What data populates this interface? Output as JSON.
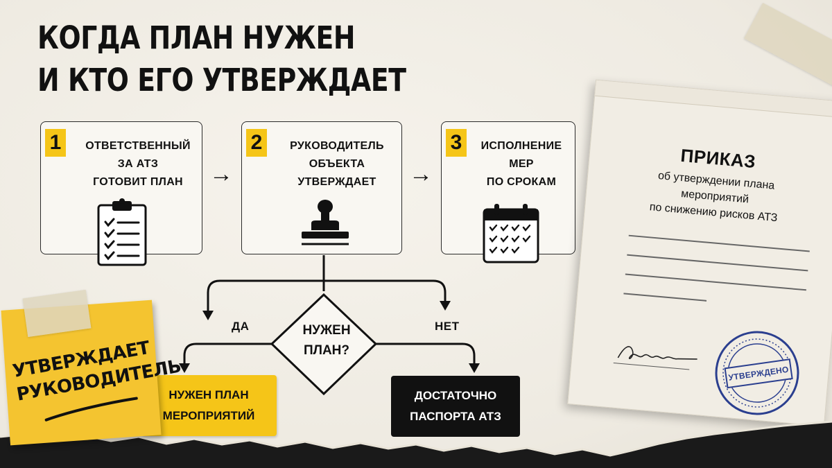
{
  "title": {
    "line1": "КОГДА ПЛАН НУЖЕН",
    "line2": "И КТО ЕГО УТВЕРЖДАЕТ"
  },
  "steps": [
    {
      "number": "1",
      "lines": [
        "ОТВЕТСТВЕННЫЙ",
        "ЗА АТЗ",
        "ГОТОВИТ ПЛАН"
      ],
      "icon": "clipboard-checklist-icon"
    },
    {
      "number": "2",
      "lines": [
        "РУКОВОДИТЕЛЬ",
        "ОБЪЕКТА",
        "УТВЕРЖДАЕТ"
      ],
      "icon": "stamp-icon"
    },
    {
      "number": "3",
      "lines": [
        "ИСПОЛНЕНИЕ",
        "МЕР",
        "ПО СРОКАМ"
      ],
      "icon": "calendar-checks-icon"
    }
  ],
  "decision": {
    "lines": [
      "НУЖЕН",
      "ПЛАН?"
    ],
    "yes_label": "ДА",
    "no_label": "НЕТ"
  },
  "results": {
    "yes": [
      "НУЖЕН ПЛАН",
      "МЕРОПРИЯТИЙ"
    ],
    "no": [
      "ДОСТАТОЧНО",
      "ПАСПОРТА АТЗ"
    ]
  },
  "sticky_note": {
    "lines": [
      "УТВЕРЖДАЕТ",
      "РУКОВОДИТЕЛЬ"
    ]
  },
  "document": {
    "title": "ПРИКАЗ",
    "subtitle_lines": [
      "об утверждении плана",
      "мероприятий",
      "по снижению рисков АТЗ"
    ],
    "stamp_label": "УТВЕРЖДЕНО"
  },
  "colors": {
    "accent_yellow": "#f5c518",
    "ink": "#111111",
    "stamp_blue": "#2b3f8f",
    "paper": "#f1ede4"
  }
}
